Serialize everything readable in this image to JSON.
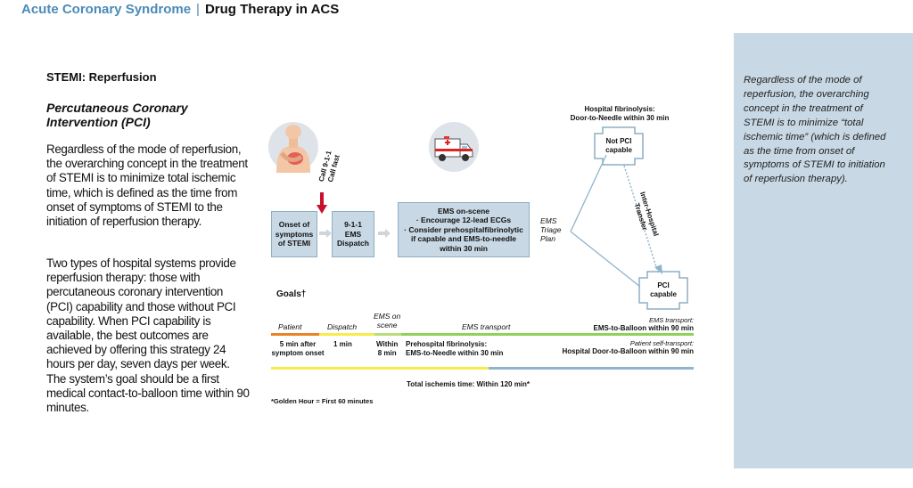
{
  "header": {
    "course": "Acute Coronary Syndrome",
    "separator": "|",
    "topic": "Drug Therapy in ACS"
  },
  "section_title": "STEMI: Reperfusion",
  "subtitle": "Percutaneous Coronary Intervention (PCI)",
  "paragraph1": "Regardless of the mode of reperfusion, the overarching concept in the treatment of STEMI is to minimize total ischemic time, which is defined as the time from onset of symptoms of STEMI to the initiation of reperfusion therapy.",
  "paragraph2": "Two types of hospital systems provide reperfusion therapy: those with percutaneous coronary intervention (PCI) capability and those without PCI capability. When PCI capability is available, the best outcomes are achieved by offering this strategy 24 hours per day, seven days per week. The system’s goal should be a first medical contact-to-balloon time within 90 minutes.",
  "side_note": "Regardless of the mode of reperfusion, the overarching concept in the treatment of STEMI is to minimize “total ischemic time” (which is defined as the time from onset of symptoms of STEMI to initiation of reperfusion therapy).",
  "diagram": {
    "call_label": "Call 9-1-1\nCall fast",
    "onset_box": "Onset of\nsymptoms\nof STEMI",
    "dispatch_box": "9-1-1\nEMS\nDispatch",
    "ems_box": "EMS on-scene\n· Encourage 12-lead ECGs\n· Consider prehospitalfibrinolytic\nif capable and EMS-to-needle\nwithin 30 min",
    "triage": "EMS\nTriage\nPlan",
    "fibrinolysis": "Hospital fibrinolysis:\nDoor-to-Needle within 30 min",
    "not_pci": "Not PCI\ncapable",
    "pci": "PCI\ncapable",
    "transfer": "Inter-Hospital\nTransfer",
    "goals": "Goals†",
    "phases": {
      "patient": "Patient",
      "dispatch": "Dispatch",
      "ems_scene": "EMS on\nscene",
      "ems_transport": "EMS transport"
    },
    "times": {
      "patient": "5 min after\nsymptom onset",
      "dispatch": "1 min",
      "scene": "Within\n8 min",
      "prehospital": "Prehospital fibrinolysis:\nEMS-to-Needle within 30 min"
    },
    "ems_transport_label": "EMS transport:",
    "ems_balloon": "EMS-to-Balloon within 90 min",
    "self_label": "Patient self-transport:",
    "self_balloon": "Hospital Door-to-Balloon within 90 min",
    "total": "Total ischemis time: Within 120 min*",
    "footnote": "*Golden Hour = First 60 minutes"
  },
  "colors": {
    "accent": "#4a8bb8",
    "panel": "#c8d8e4",
    "orange": "#e8832a",
    "green": "#8fd15a",
    "yellow": "#f6ec4c",
    "blue": "#8fb4cc",
    "red": "#c8102e"
  }
}
